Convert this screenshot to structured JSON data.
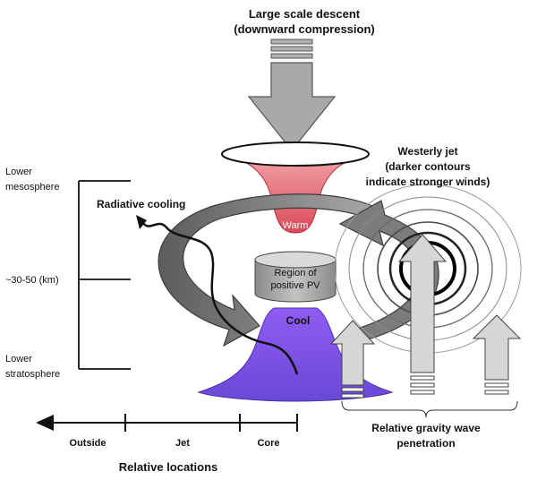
{
  "title_line1": "Large scale descent",
  "title_line2": "(downward compression)",
  "jet_line1": "Westerly jet",
  "jet_line2": "(darker contours",
  "jet_line3": "indicate stronger winds)",
  "radiative": "Radiative cooling",
  "warm": "Warm",
  "cool": "Cool",
  "pv_line1": "Region of",
  "pv_line2": "positive PV",
  "alt_meso1": "Lower",
  "alt_meso2": "mesosphere",
  "alt_mid": "~30-50 (km)",
  "alt_strato1": "Lower",
  "alt_strato2": "stratosphere",
  "gw_line1": "Relative gravity wave",
  "gw_line2": "penetration",
  "loc_outside": "Outside",
  "loc_jet": "Jet",
  "loc_core": "Core",
  "loc_title": "Relative locations",
  "colors": {
    "warm": "#e0606a",
    "cool": "#7b52e0",
    "arrow_gray": "#8a8a8a",
    "light_gray": "#d0d0d0"
  }
}
